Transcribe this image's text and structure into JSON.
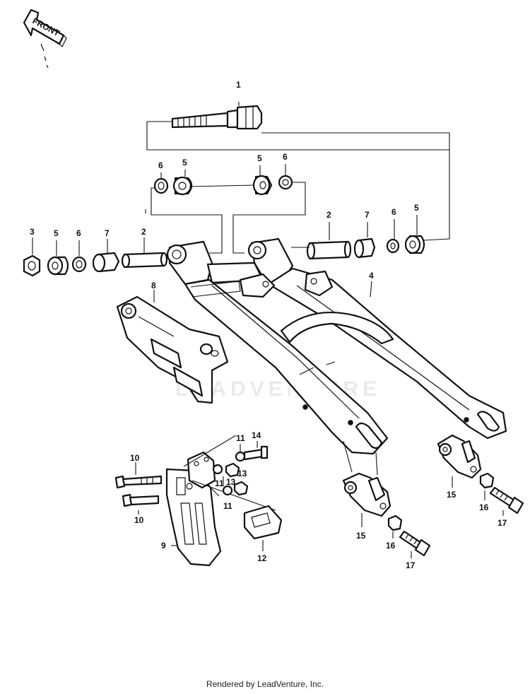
{
  "front_arrow": {
    "label": "FRONT"
  },
  "watermark": {
    "text": "LEADVENTURE"
  },
  "callouts": [
    "1",
    "6",
    "5",
    "5",
    "6",
    "3",
    "5",
    "6",
    "7",
    "2",
    "2",
    "7",
    "6",
    "5",
    "4",
    "8",
    "11",
    "14",
    "10",
    "13",
    "13",
    "11",
    "11",
    "10",
    "9",
    "12",
    "15",
    "16",
    "17",
    "15",
    "16",
    "17"
  ],
  "footer": {
    "text": "Rendered by LeadVenture, Inc."
  }
}
